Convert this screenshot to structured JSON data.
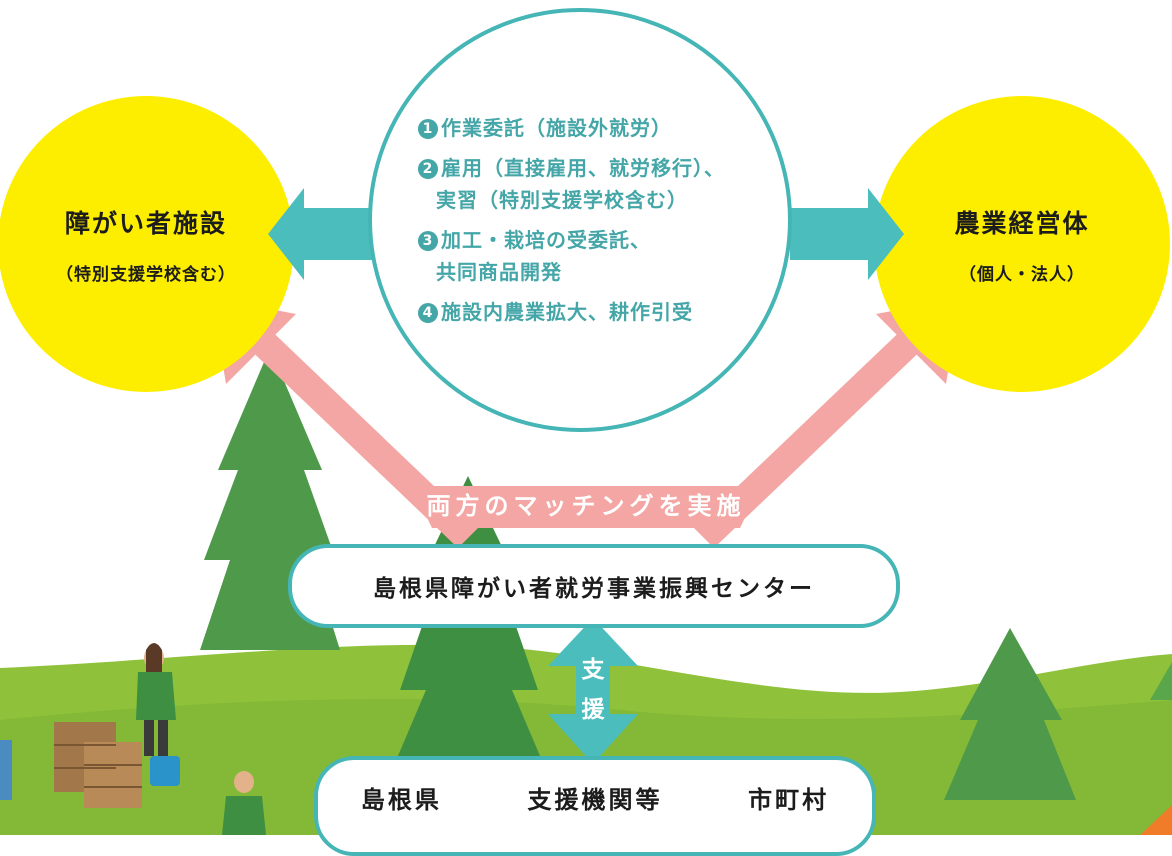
{
  "left_circle": {
    "title": "障がい者施設",
    "subtitle": "（特別支援学校含む）"
  },
  "right_circle": {
    "title": "農業経営体",
    "subtitle": "（個人・法人）"
  },
  "center_items": [
    {
      "number": "1",
      "lines": [
        "作業委託（施設外就労）"
      ]
    },
    {
      "number": "2",
      "lines": [
        "雇用（直接雇用、就労移行）、",
        "実習（特別支援学校含む）"
      ]
    },
    {
      "number": "3",
      "lines": [
        "加工・栽培の受委託、",
        "共同商品開発"
      ]
    },
    {
      "number": "4",
      "lines": [
        "施設内農業拡大、耕作引受"
      ]
    }
  ],
  "matching_label": "両方のマッチングを実施",
  "center_org": "島根県障がい者就労事業振興センター",
  "support_label": [
    "支",
    "援"
  ],
  "bottom_orgs": [
    "島根県",
    "支援機関等",
    "市町村"
  ],
  "colors": {
    "yellow": "#fdee00",
    "teal": "#45b5b5",
    "teal_text": "#45a6a8",
    "pink": "#f3a6a3",
    "grass": "#8fc23a",
    "tree": "#4f9a4a"
  }
}
